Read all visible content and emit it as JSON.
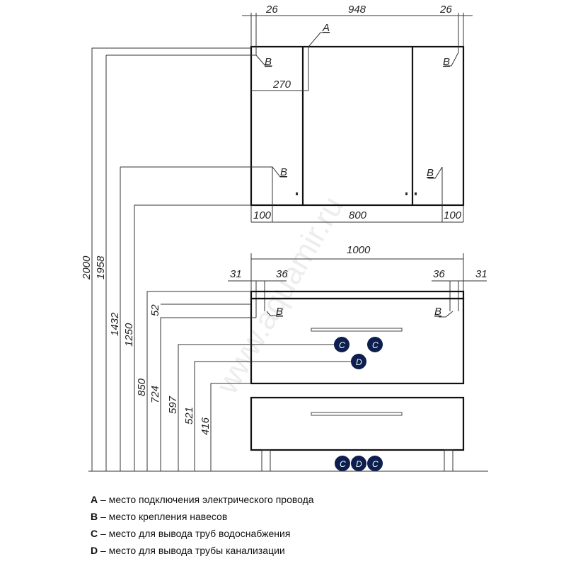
{
  "watermark": "www.aquamir.ru",
  "mirror": {
    "top_dims": [
      "26",
      "948",
      "26"
    ],
    "bottom_dims": [
      "100",
      "800",
      "100"
    ],
    "width_270": "270",
    "marker_a": "A",
    "marker_b": "B"
  },
  "vanity": {
    "width": "1000",
    "left_dims": [
      "31",
      "36"
    ],
    "right_dims": [
      "36",
      "31"
    ],
    "marker_b": "B",
    "marker_c": "C",
    "marker_d": "D"
  },
  "heights": [
    "2000",
    "1958",
    "1432",
    "1250",
    "850",
    "52",
    "724",
    "597",
    "521",
    "416"
  ],
  "legend": [
    {
      "key": "A",
      "text": " – место подключения электрического провода"
    },
    {
      "key": "B",
      "text": " – место крепления навесов"
    },
    {
      "key": "C",
      "text": " – место для вывода труб водоснабжения"
    },
    {
      "key": "D",
      "text": " – место для вывода трубы канализации"
    }
  ]
}
